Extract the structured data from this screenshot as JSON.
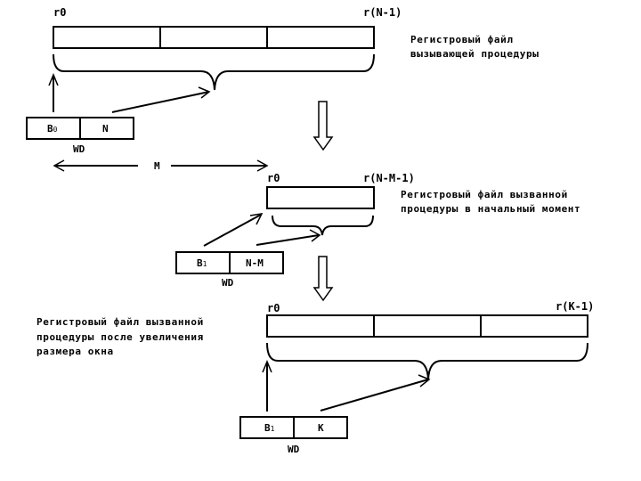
{
  "register_files": [
    {
      "id": "caller",
      "label_left": "r0",
      "label_right": "r(N-1)",
      "caption": [
        "Регистровый файл",
        "вызывающей процедуры"
      ],
      "cells": 3
    },
    {
      "id": "callee_initial",
      "label_left": "r0",
      "label_right": "r(N-M-1)",
      "caption": [
        "Регистровый файл вызванной",
        "процедуры в начальный момент"
      ],
      "cells": 1
    },
    {
      "id": "callee_expanded",
      "label_left": "r0",
      "label_right": "r(K-1)",
      "caption": [
        "Регистровый файл вызванной",
        "процедуры после увеличения",
        "размера окна"
      ],
      "cells": 3
    }
  ],
  "window_descriptors": [
    {
      "id": "wd0",
      "base": "B",
      "base_sub": "0",
      "size": "N",
      "label": "WD"
    },
    {
      "id": "wd1",
      "base": "B",
      "base_sub": "1",
      "size": "N-M",
      "label": "WD"
    },
    {
      "id": "wd2",
      "base": "B",
      "base_sub": "1",
      "size": "K",
      "label": "WD"
    }
  ],
  "shift_label": "M"
}
